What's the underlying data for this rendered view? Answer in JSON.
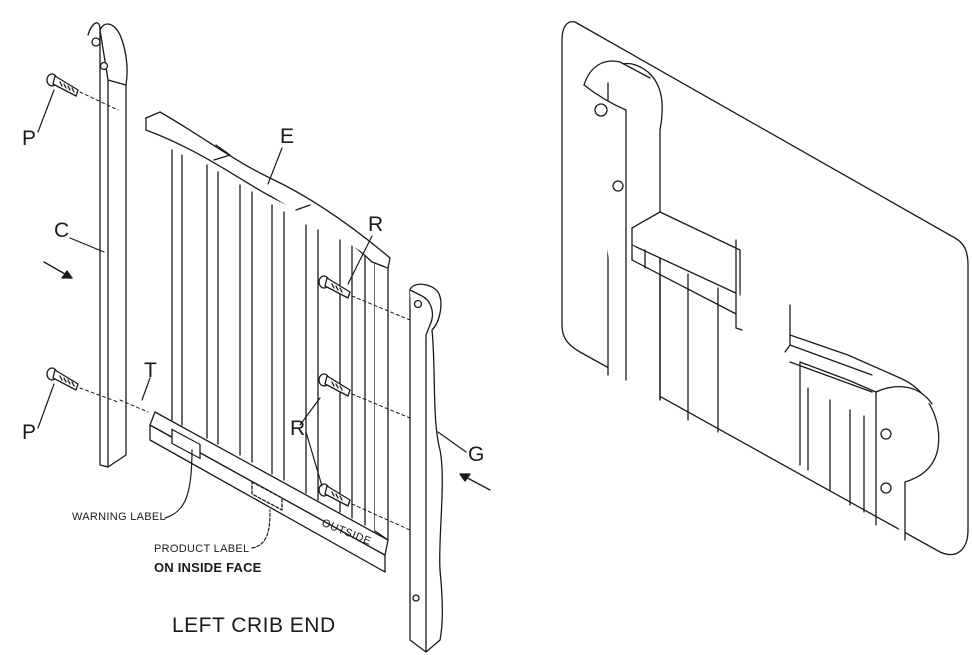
{
  "parts": {
    "p_top": "P",
    "p_bottom": "P",
    "c": "C",
    "e": "E",
    "r_top": "R",
    "r_bottom": "R",
    "t": "T",
    "g": "G"
  },
  "labels": {
    "warning": "WARNING LABEL",
    "product": "PRODUCT LABEL",
    "inside_face": "ON INSIDE FACE",
    "outside": "OUTSIDE"
  },
  "title": "LEFT CRIB END",
  "colors": {
    "line": "#1a1a1a",
    "fill": "#ffffff",
    "shade": "#e6e6e6"
  },
  "icons": [
    "screw-icon",
    "arrow-icon"
  ]
}
